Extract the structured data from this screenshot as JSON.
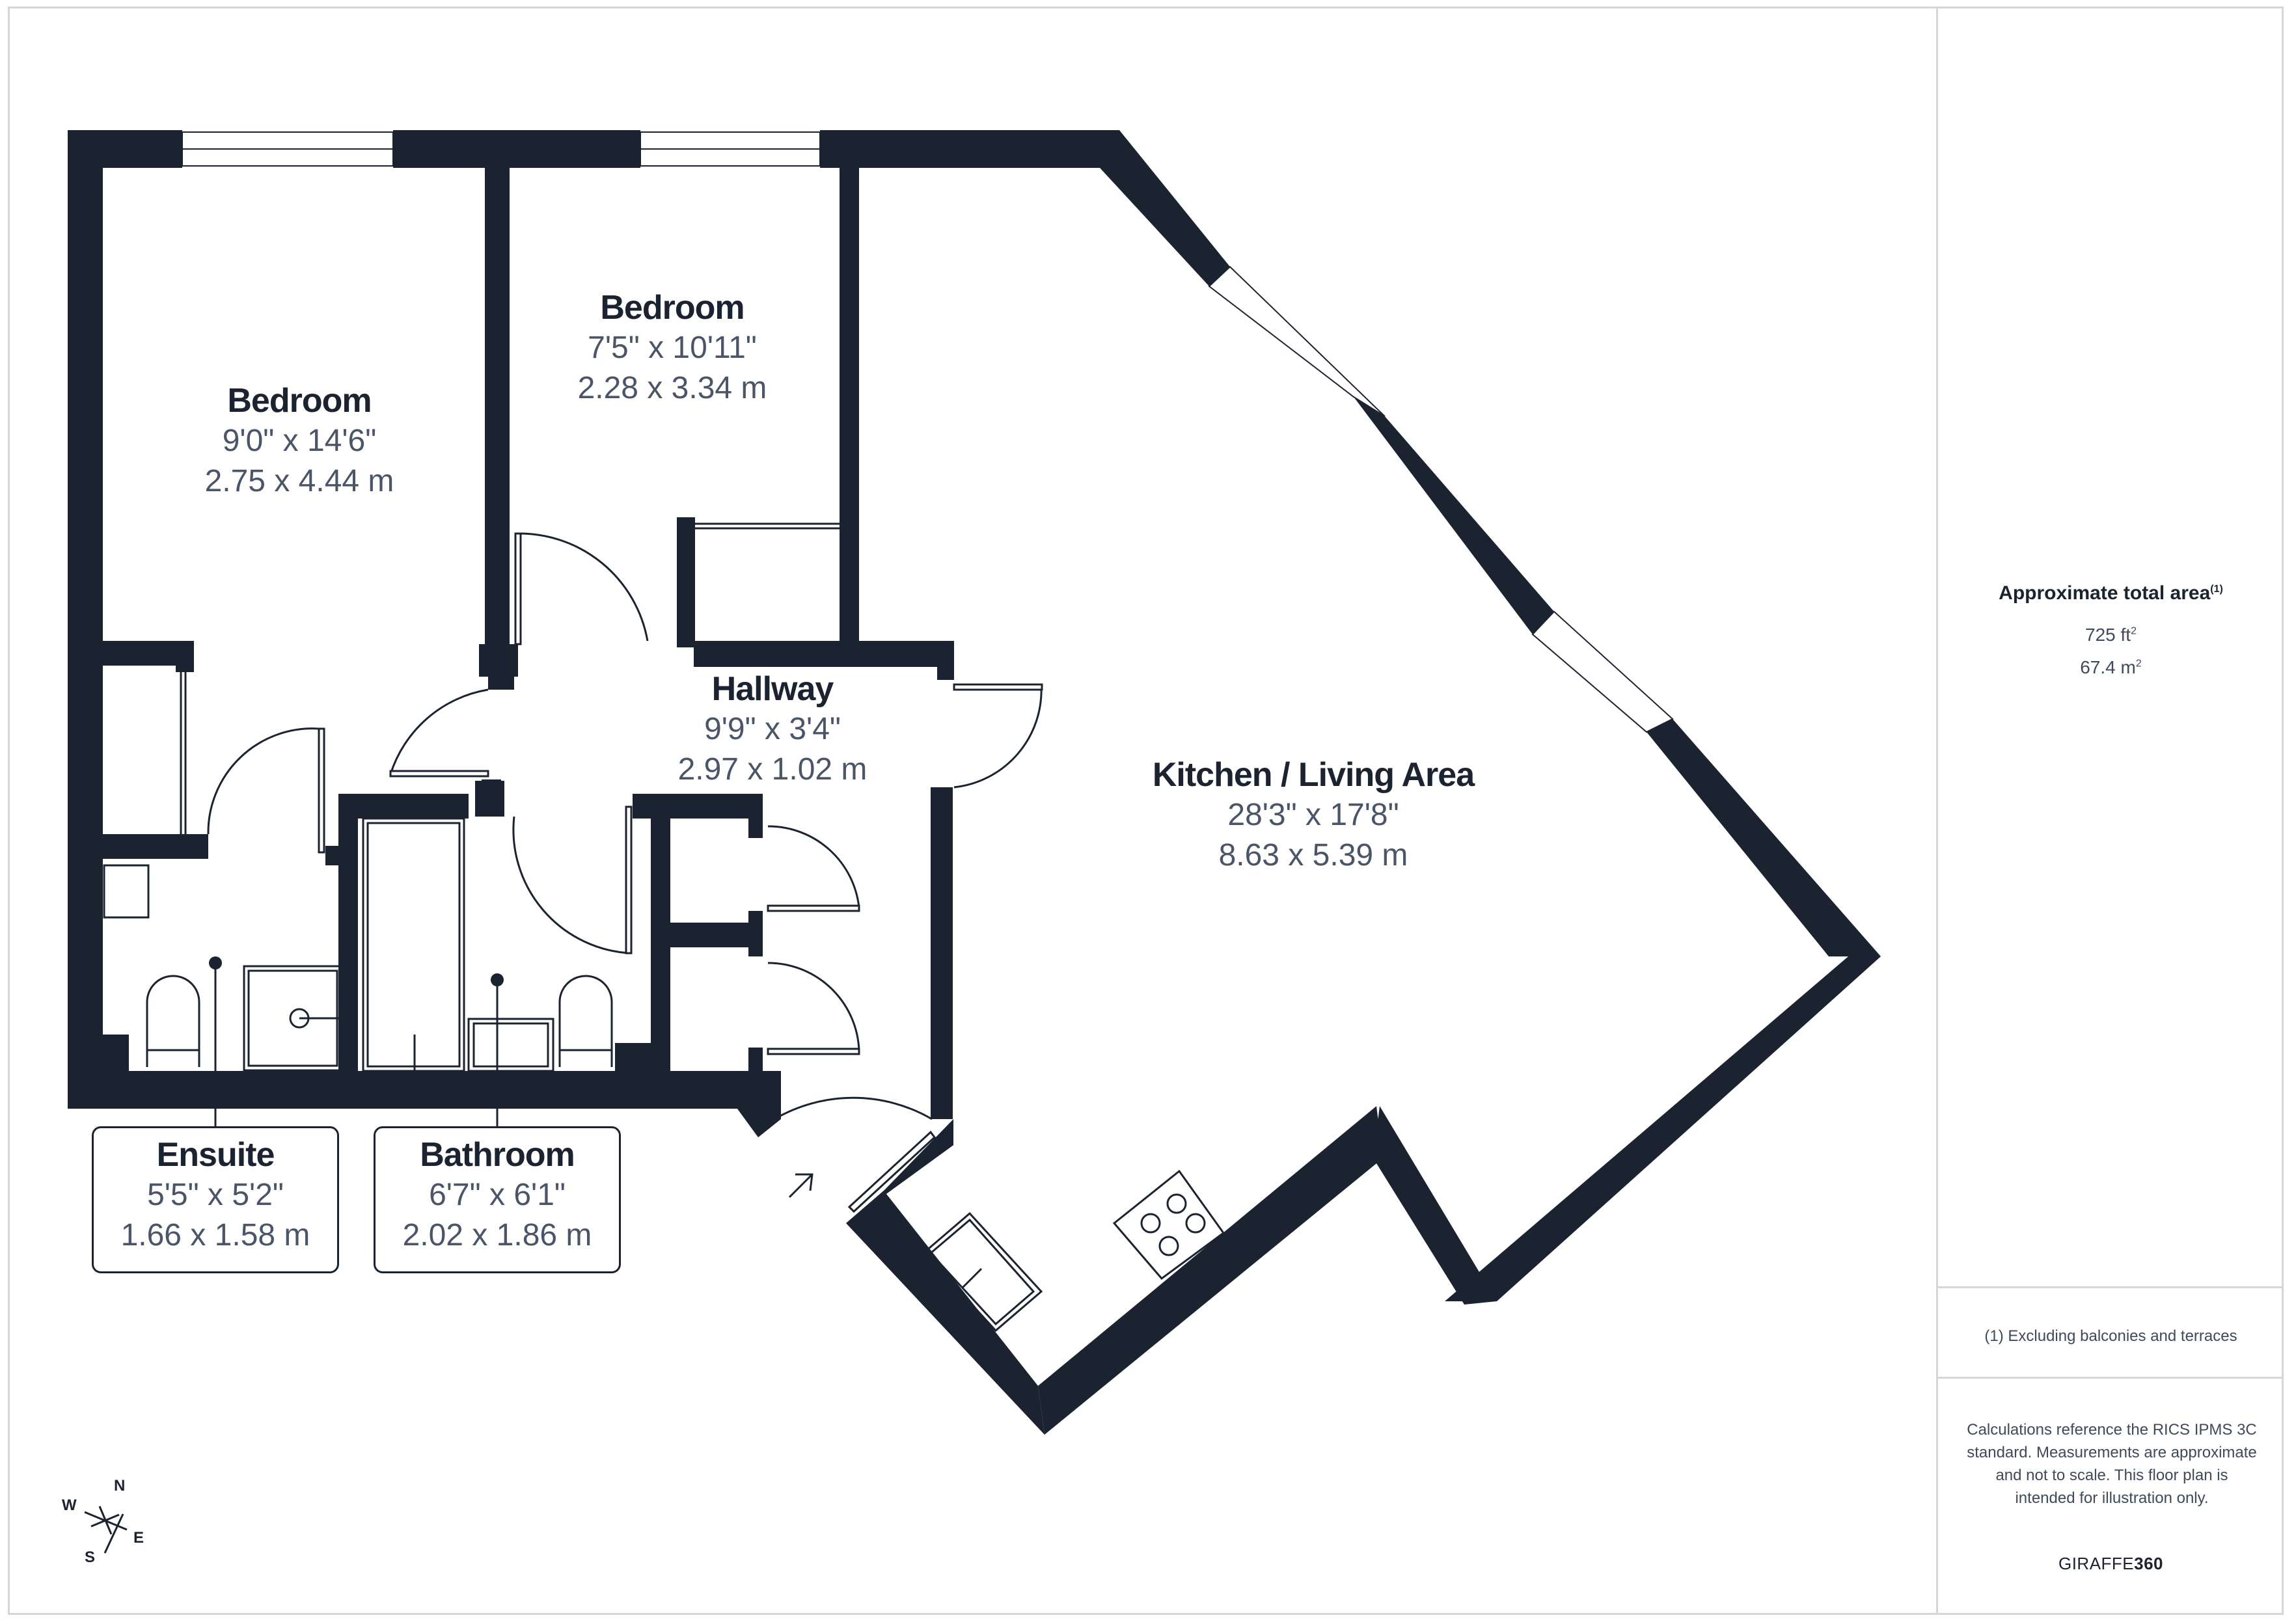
{
  "rooms": {
    "bedroom1": {
      "name": "Bedroom",
      "imperial": "9'0\" x 14'6\"",
      "metric": "2.75 x 4.44 m"
    },
    "bedroom2": {
      "name": "Bedroom",
      "imperial": "7'5\" x 10'11\"",
      "metric": "2.28 x 3.34 m"
    },
    "hallway": {
      "name": "Hallway",
      "imperial": "9'9\" x 3'4\"",
      "metric": "2.97 x 1.02 m"
    },
    "kitchen": {
      "name": "Kitchen / Living Area",
      "imperial": "28'3\" x 17'8\"",
      "metric": "8.63 x 5.39 m"
    },
    "ensuite": {
      "name": "Ensuite",
      "imperial": "5'5\" x 5'2\"",
      "metric": "1.66 x 1.58 m"
    },
    "bathroom": {
      "name": "Bathroom",
      "imperial": "6'7\" x 6'1\"",
      "metric": "2.02 x 1.86 m"
    }
  },
  "compass": {
    "n": "N",
    "e": "E",
    "s": "S",
    "w": "W"
  },
  "sidebar": {
    "area_title": "Approximate total area",
    "area_footnote_mark": "(1)",
    "area_sqft_value": "725 ft",
    "area_sqft_unit_sup": "2",
    "area_sqm_value": "67.4 m",
    "area_sqm_unit_sup": "2",
    "footnote": "(1) Excluding balconies and terraces",
    "disclaimer": "Calculations reference the RICS IPMS 3C standard. Measurements are approximate and not to scale. This floor plan is intended for illustration only.",
    "brand_light": "GIRAFFE",
    "brand_bold": "360"
  },
  "colors": {
    "wall": "#1c2330",
    "text_dark": "#1c2330",
    "text_muted": "#4a5568",
    "border": "#d6d6d6"
  }
}
